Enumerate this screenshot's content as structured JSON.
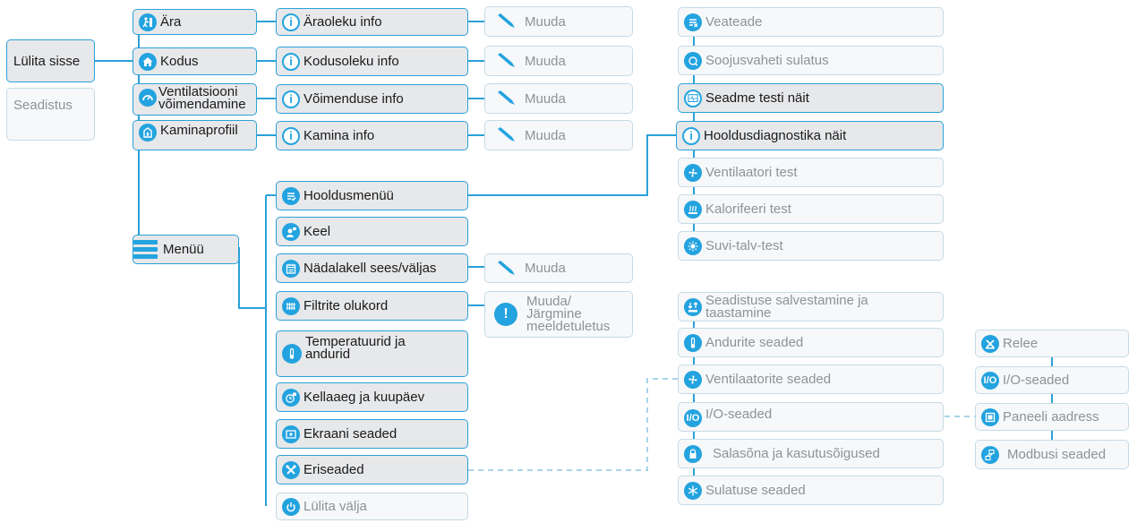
{
  "colors": {
    "accent": "#23a3df",
    "line": "#2aa1d9",
    "dashed": "#a9d4ea",
    "active_bg": "#e7e8ea",
    "inactive_text": "#8e9296"
  },
  "left": {
    "on": "Lülita sisse",
    "settings": "Seadistus"
  },
  "modes": [
    {
      "label": "Ära",
      "icon": "away-icon",
      "info": "Äraoleku info",
      "edit": "Muuda"
    },
    {
      "label": "Kodus",
      "icon": "home-icon",
      "info": "Kodusoleku info",
      "edit": "Muuda"
    },
    {
      "label": "Ventilatsiooni võimendamine",
      "icon": "boost-icon",
      "info": "Võimenduse info",
      "edit": "Muuda"
    },
    {
      "label": "Kaminaprofiil",
      "icon": "fireplace-icon",
      "info": "Kamina info",
      "edit": "Muuda"
    }
  ],
  "menu": {
    "label": "Menüü",
    "icon": "menu-icon"
  },
  "menu_items": [
    {
      "label": "Hooldusmenüü",
      "icon": "service-menu-icon",
      "active": true
    },
    {
      "label": "Keel",
      "icon": "language-icon",
      "active": true
    },
    {
      "label": "Nädalakell sees/väljas",
      "icon": "calendar-icon",
      "active": true
    },
    {
      "label": "Filtrite olukord",
      "icon": "filter-icon",
      "active": true
    },
    {
      "label": "Temperatuurid ja andurid",
      "icon": "thermometer-icon",
      "active": true
    },
    {
      "label": "Kellaaeg ja kuupäev",
      "icon": "clock-icon",
      "active": true
    },
    {
      "label": "Ekraani seaded",
      "icon": "display-icon",
      "active": true
    },
    {
      "label": "Eriseaded",
      "icon": "tools-icon",
      "active": true
    },
    {
      "label": "Lülita välja",
      "icon": "power-icon",
      "active": false
    }
  ],
  "menu_edits": {
    "weekly": "Muuda",
    "filters": "Muuda/ Järgmine meeldetuletus"
  },
  "service": [
    {
      "label": "Veateade",
      "icon": "error-list-icon",
      "active": false
    },
    {
      "label": "Soojusvaheti sulatus",
      "icon": "defrost-exchanger-icon",
      "active": false
    },
    {
      "label": "Seadme testi näit",
      "icon": "device-test-icon",
      "active": true
    },
    {
      "label": "Hooldusdiagnostika näit",
      "icon": "info-icon",
      "active": true
    },
    {
      "label": "Ventilaatori test",
      "icon": "fan-test-icon",
      "active": false
    },
    {
      "label": "Kalorifeeri test",
      "icon": "heater-test-icon",
      "active": false
    },
    {
      "label": "Suvi-talv-test",
      "icon": "summer-winter-icon",
      "active": false
    }
  ],
  "special": [
    {
      "label": "Seadistuse salvestamine ja taastamine",
      "icon": "save-restore-icon"
    },
    {
      "label": "Andurite seaded",
      "icon": "sensor-icon"
    },
    {
      "label": "Ventilaatorite seaded",
      "icon": "fan-settings-icon"
    },
    {
      "label": "I/O-seaded",
      "icon": "io-icon"
    },
    {
      "label": "Salasõna ja kasutusõigused",
      "icon": "lock-icon"
    },
    {
      "label": "Sulatuse seaded",
      "icon": "defrost-settings-icon"
    }
  ],
  "io": [
    {
      "label": "Relee",
      "icon": "relay-icon"
    },
    {
      "label": "I/O-seaded",
      "icon": "io-icon"
    },
    {
      "label": "Paneeli aadress",
      "icon": "panel-address-icon"
    },
    {
      "label": "Modbusi seaded",
      "icon": "modbus-icon"
    }
  ]
}
